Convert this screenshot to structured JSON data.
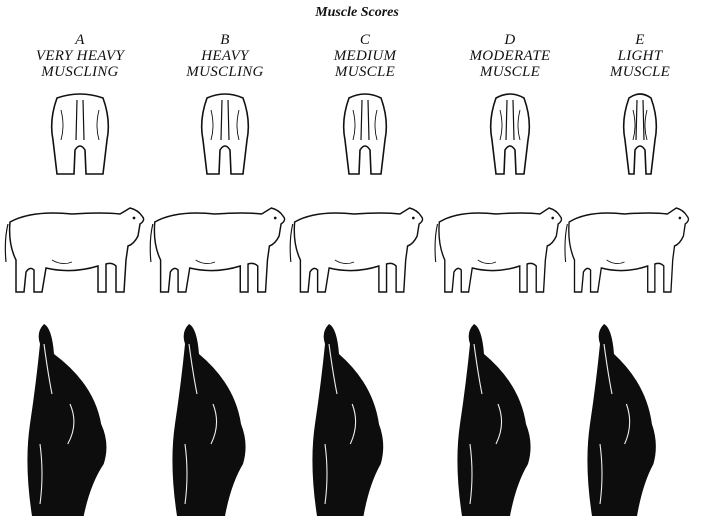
{
  "title": "Muscle Scores",
  "scores": [
    {
      "letter": "A",
      "line1": "VERY HEAVY",
      "line2": "MUSCLING"
    },
    {
      "letter": "B",
      "line1": "HEAVY",
      "line2": "MUSCLING"
    },
    {
      "letter": "C",
      "line1": "MEDIUM",
      "line2": "MUSCLE"
    },
    {
      "letter": "D",
      "line1": "MODERATE",
      "line2": "MUSCLE"
    },
    {
      "letter": "E",
      "line1": "LIGHT",
      "line2": "MUSCLE"
    }
  ],
  "colors": {
    "ink": "#111111",
    "cut_fill": "#0d0d0d",
    "background": "#ffffff"
  }
}
